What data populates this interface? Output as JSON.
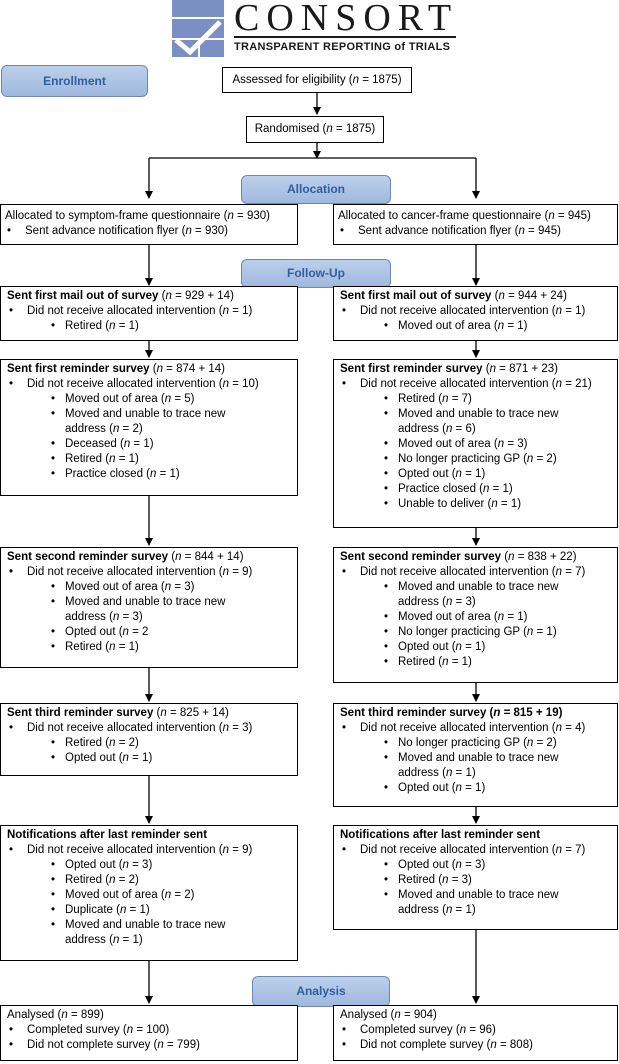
{
  "logo": {
    "word": "CONSORT",
    "tagline": "TRANSPARENT REPORTING of TRIALS"
  },
  "stages": {
    "enrollment": "Enrollment",
    "allocation": "Allocation",
    "followup": "Follow-Up",
    "analysis": "Analysis"
  },
  "assessed": {
    "text": "Assessed for eligibility (",
    "n": "n",
    "value": " = 1875)"
  },
  "randomised": {
    "text": "Randomised (",
    "n": "n",
    "value": " = 1875)"
  },
  "left": {
    "alloc": {
      "line1": "Allocated to symptom-frame questionnaire (n = 930)",
      "line2": "Sent advance notification flyer (n = 930)"
    },
    "mail": {
      "title": "Sent first mail out of survey",
      "count": " (n = 929 + 14)",
      "l1": "Did not receive allocated intervention (n = 1)",
      "items": [
        "Retired (n = 1)"
      ]
    },
    "rem1": {
      "title": "Sent first reminder survey",
      "count": " (n = 874 + 14)",
      "l1": "Did not receive allocated intervention (n = 10)",
      "items": [
        "Moved out of area (n = 5)",
        "Moved and unable to trace new",
        "address (n = 2)",
        "Deceased (n = 1)",
        "Retired (n = 1)",
        "Practice closed (n = 1)"
      ]
    },
    "rem2": {
      "title": "Sent second reminder survey",
      "count": " (n = 844 + 14)",
      "l1": "Did not receive allocated intervention (n = 9)",
      "items": [
        "Moved out of area (n = 3)",
        "Moved and unable to trace new",
        "address (n = 3)",
        "Opted out (n = 2",
        "Retired (n = 1)"
      ]
    },
    "rem3": {
      "title": "Sent third reminder survey",
      "count": " (n = 825 + 14)",
      "l1": "Did not receive allocated intervention (n = 3)",
      "items": [
        "Retired (n = 2)",
        "Opted out (n = 1)"
      ]
    },
    "notif": {
      "title": "Notifications after last reminder sent",
      "l1": "Did not receive allocated intervention (n = 9)",
      "items": [
        "Opted out (n = 3)",
        "Retired (n = 2)",
        "Moved out of area (n = 2)",
        "Duplicate (n = 1)",
        "Moved and unable to trace new",
        "address (n = 1)"
      ]
    },
    "analysed": {
      "line1": "Analysed (n = 899)",
      "items": [
        "Completed survey (n = 100)",
        "Did not complete survey (n = 799)"
      ]
    }
  },
  "right": {
    "alloc": {
      "line1": "Allocated to cancer-frame questionnaire (n = 945)",
      "line2": "Sent advance notification flyer (n = 945)"
    },
    "mail": {
      "title": "Sent first mail out of survey",
      "count": " (n = 944 + 24)",
      "l1": "Did not receive allocated intervention (n = 1)",
      "items": [
        "Moved out of area (n = 1)"
      ]
    },
    "rem1": {
      "title": "Sent first reminder survey",
      "count": " (n = 871 + 23)",
      "l1": "Did not receive allocated intervention (n = 21)",
      "items": [
        "Retired (n = 7)",
        "Moved and unable to trace new",
        "address (n = 6)",
        "Moved out of area (n = 3)",
        "No longer practicing GP (n = 2)",
        "Opted out (n = 1)",
        "Practice closed (n = 1)",
        "Unable to deliver (n = 1)"
      ]
    },
    "rem2": {
      "title": "Sent second reminder survey",
      "count": " (n = 838 + 22)",
      "l1": "Did not receive allocated intervention (n = 7)",
      "items": [
        "Moved and unable to trace new",
        "address (n = 3)",
        "Moved out of area (n = 1)",
        "No longer practicing GP (n = 1)",
        "Opted out (n = 1)",
        "Retired (n = 1)"
      ]
    },
    "rem3": {
      "title": "Sent third reminder survey (n = 815 + 19)",
      "count": "",
      "l1": "Did not receive allocated intervention (n = 4)",
      "items": [
        "No longer practicing GP (n = 2)",
        "Moved and unable to trace new",
        "address (n = 1)",
        "Opted out (n = 1)"
      ]
    },
    "notif": {
      "title": "Notifications after last reminder sent",
      "l1": "Did not receive allocated intervention (n = 7)",
      "items": [
        "Opted out (n = 3)",
        "Retired (n = 3)",
        "Moved and unable to trace new",
        "address (n = 1)"
      ]
    },
    "analysed": {
      "line1": "Analysed (n = 904)",
      "items": [
        "Completed survey (n = 96)",
        "Did not complete survey (n = 808)"
      ]
    }
  },
  "colors": {
    "stage_fill": "#a9c1e3",
    "stage_text": "#2f5f9e",
    "logo_blue": "#7a8fc4",
    "line": "#000000"
  }
}
